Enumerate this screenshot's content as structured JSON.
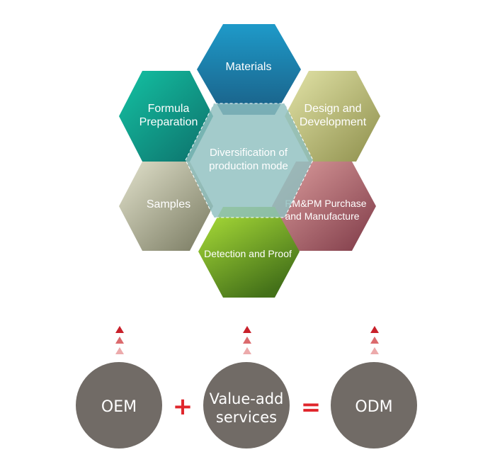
{
  "hexagons": {
    "materials": {
      "label": "Materials",
      "color_top": "#1e9ac9",
      "color_bottom": "#1a5f86"
    },
    "formula": {
      "line1": "Formula",
      "line2": "Preparation",
      "color_top": "#14c2a3",
      "color_bottom": "#0d6f6a"
    },
    "design": {
      "line1": "Design and",
      "line2": "Development",
      "color_top": "#e0e1a2",
      "color_bottom": "#8e8f4c"
    },
    "center": {
      "line1": "Diversification of",
      "line2": "production mode",
      "color": "#7fb3b3"
    },
    "samples": {
      "label": "Samples",
      "color_top": "#dcdcc4",
      "color_bottom": "#77785f"
    },
    "rmpm": {
      "line1": "RM&PM Purchase",
      "line2": "and Manufacture",
      "color_top": "#d99a9a",
      "color_bottom": "#7e3a47"
    },
    "detection": {
      "label": "Detection and Proof",
      "color_top": "#a9df3a",
      "color_bottom": "#4a7a1c"
    }
  },
  "formula_row": {
    "oem": "OEM",
    "plus": "+",
    "value_add_line1": "Value-add",
    "value_add_line2": "services",
    "equals": "=",
    "odm": "ODM"
  },
  "colors": {
    "circle": "#716b66",
    "operator": "#e0262c",
    "arrow_dark": "#c8202a",
    "arrow_mid": "#db6a6d",
    "arrow_light": "#ecaaab"
  }
}
